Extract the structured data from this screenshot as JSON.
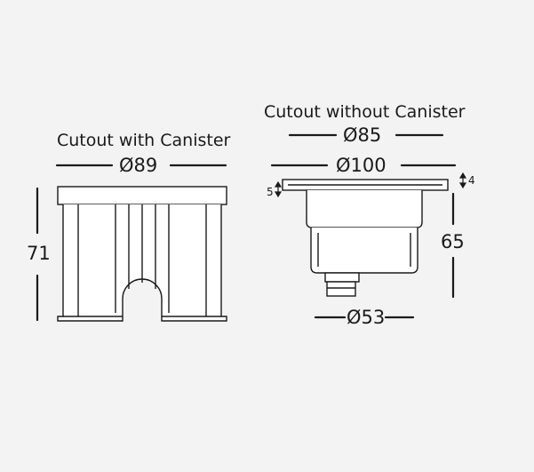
{
  "left": {
    "title": "Cutout with Canister",
    "diameter_label": "Ø89",
    "height_label": "71"
  },
  "right": {
    "title": "Cutout without Canister",
    "cutout_label": "Ø85",
    "flange_label": "Ø100",
    "flange_thickness_label": "4",
    "rim_label": "5",
    "height_label": "65",
    "body_label": "Ø53"
  },
  "colors": {
    "stroke": "#1a1a1a",
    "fill": "#ffffff",
    "background": "#f3f3f3"
  }
}
